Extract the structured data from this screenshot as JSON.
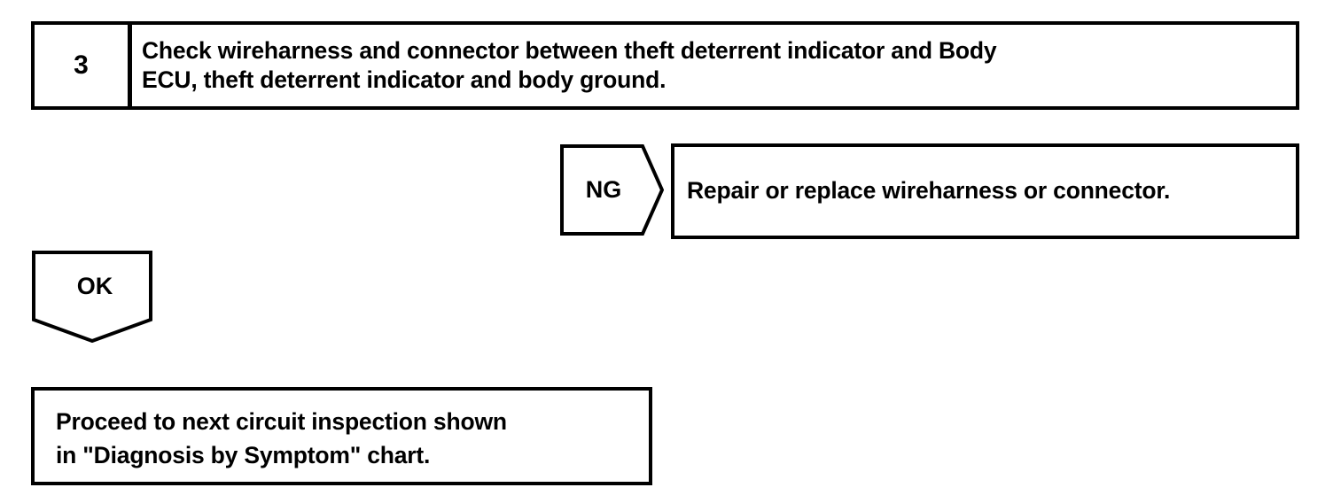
{
  "diagram": {
    "type": "troubleshooting-flowchart",
    "colors": {
      "line": "#000000",
      "background": "#ffffff",
      "text": "#000000"
    },
    "step": {
      "number": "3",
      "instruction": "Check wireharness and connector between theft deterrent indicator and Body\nECU, theft deterrent indicator and body ground."
    },
    "branches": [
      {
        "label": "NG",
        "shape": "pentagon-right",
        "result": "Repair or replace wireharness or connector."
      },
      {
        "label": "OK",
        "shape": "pentagon-down",
        "result": "Proceed to next circuit inspection shown\nin \"Diagnosis by Symptom\" chart."
      }
    ],
    "ng": {
      "label": "NG",
      "result": "Repair or replace wireharness or connector."
    },
    "ok": {
      "label": "OK",
      "result": "Proceed to next circuit inspection shown\nin \"Diagnosis by Symptom\" chart."
    }
  }
}
